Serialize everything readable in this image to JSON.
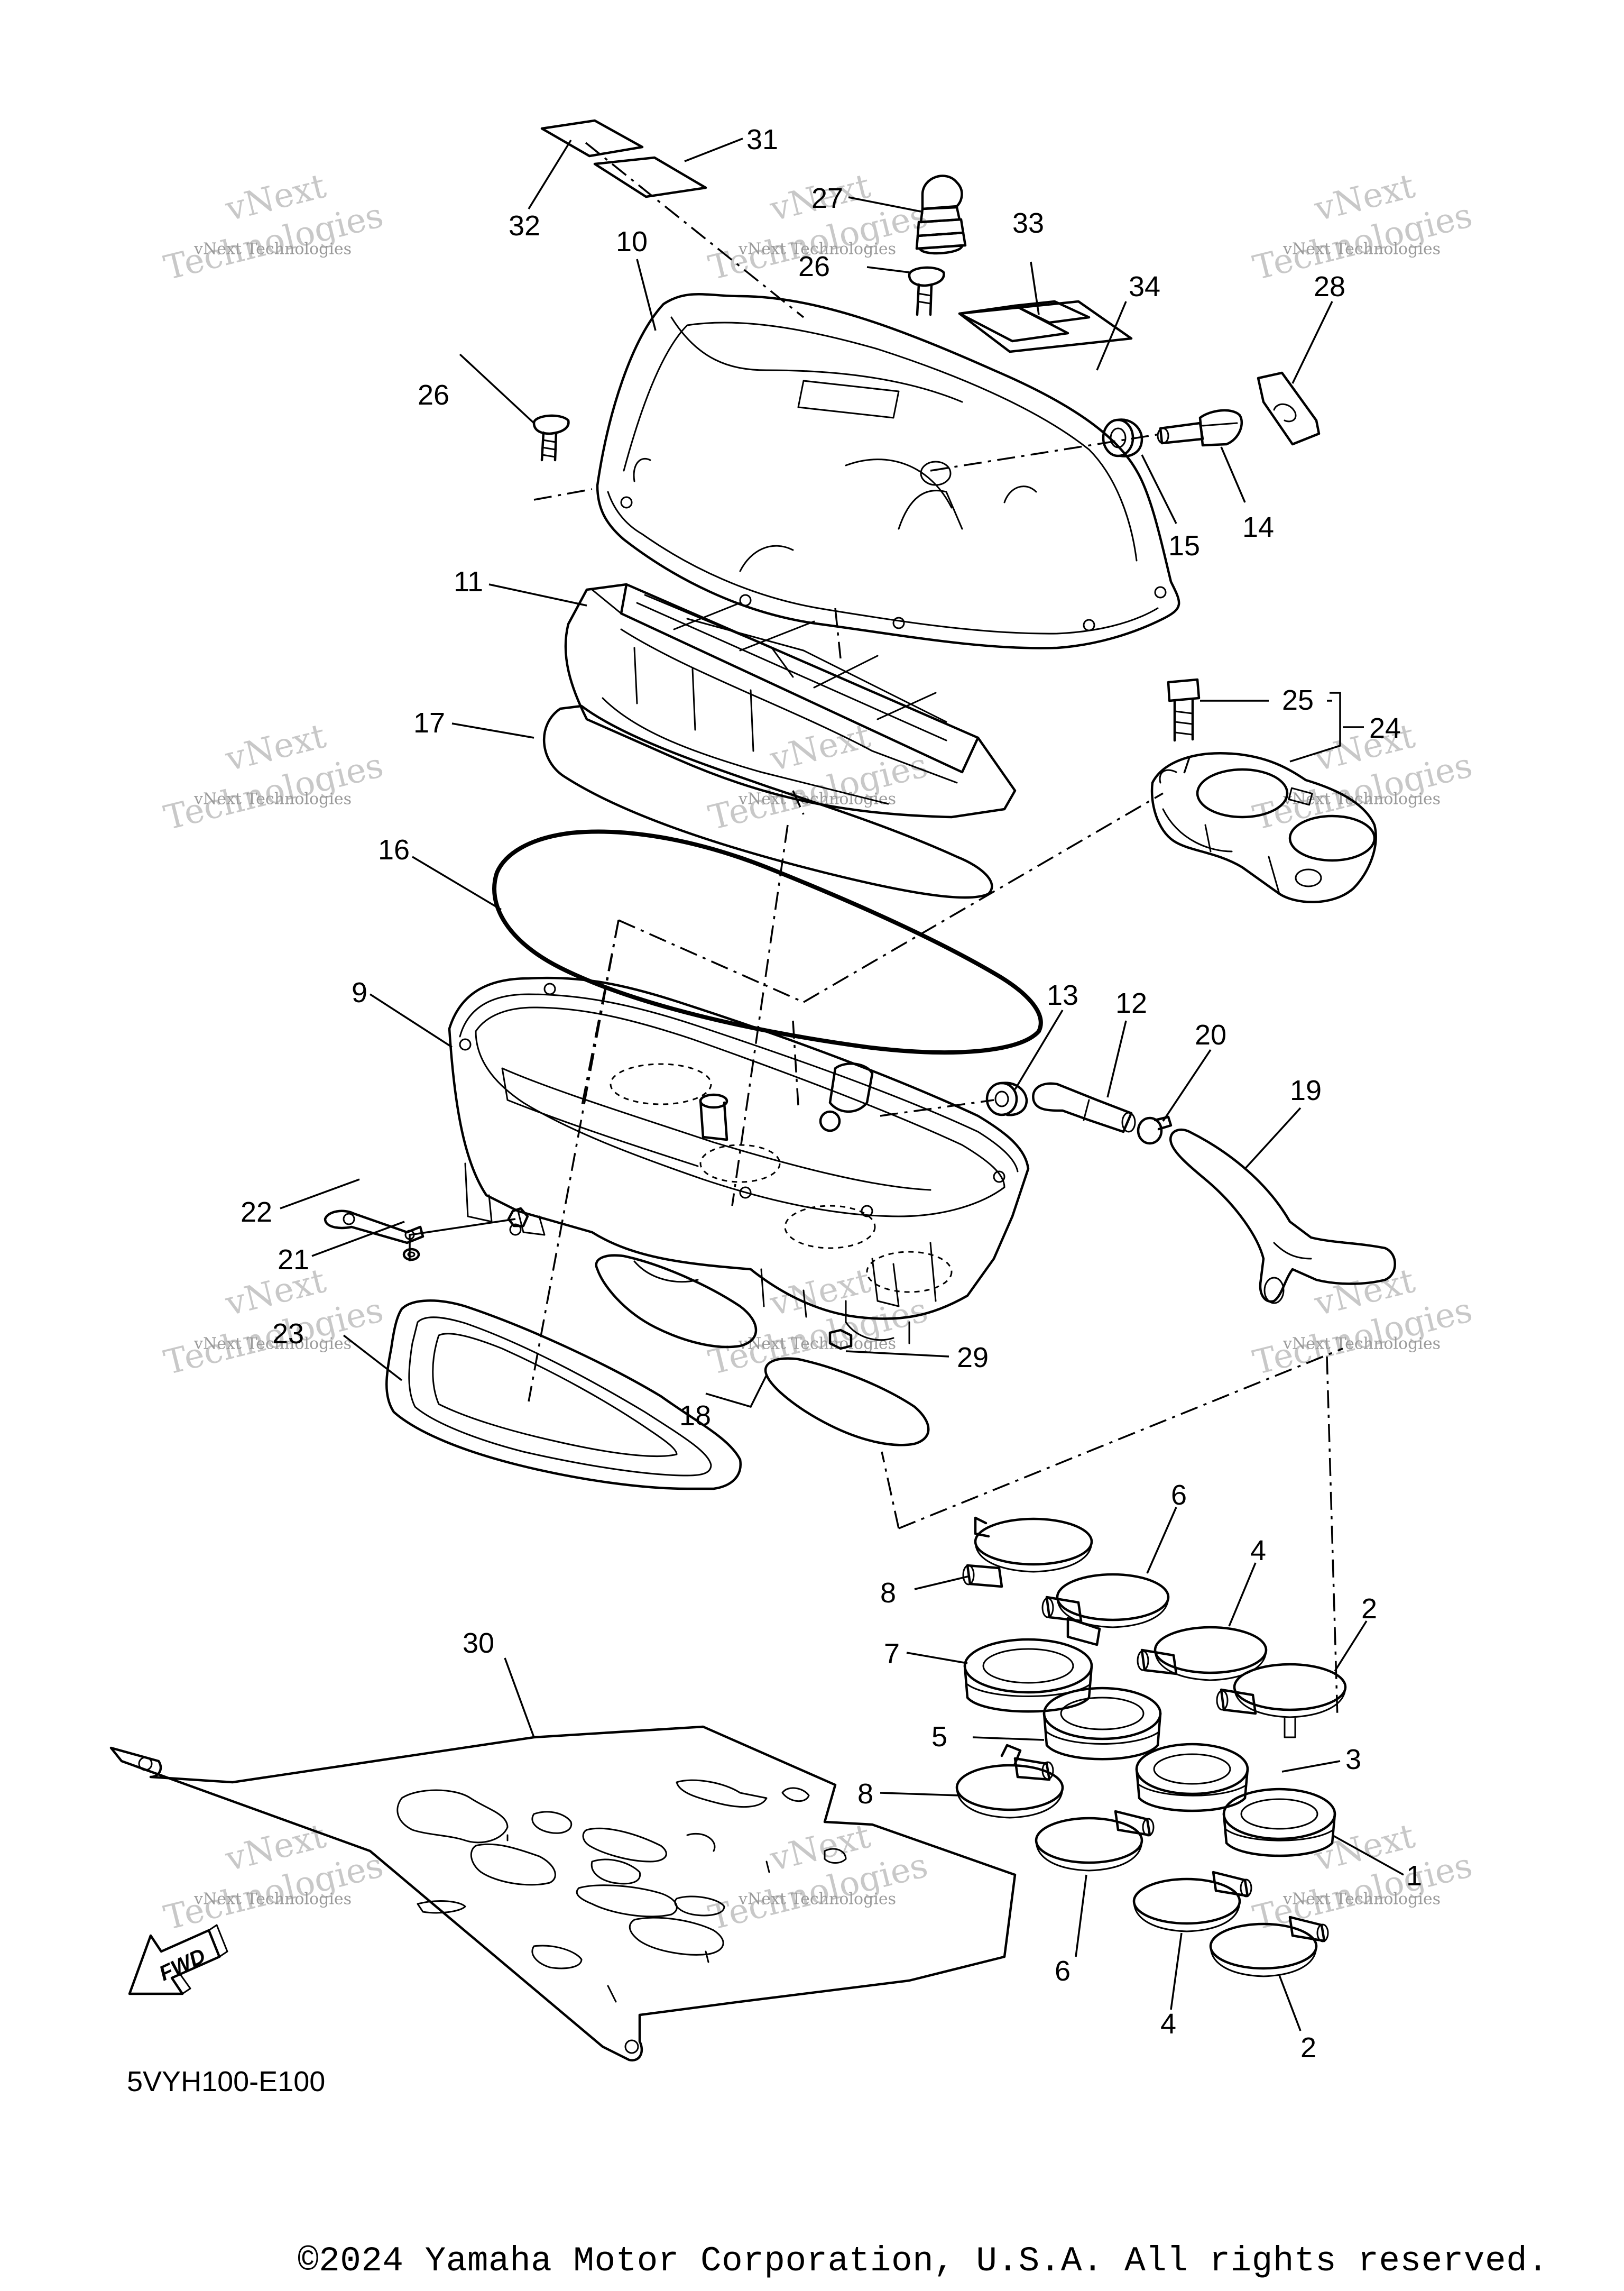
{
  "diagram": {
    "reference_code": "5VYH100-E100",
    "copyright": "©2024 Yamaha Motor Corporation, U.S.A. All rights reserved.",
    "fwd_marker": "FWD",
    "watermark": {
      "line1": "vNext Technologies",
      "line2": "vNext",
      "line3": "Technologies"
    },
    "callouts": {
      "c1": "1",
      "c2": "2",
      "c2b": "2",
      "c3": "3",
      "c4": "4",
      "c4b": "4",
      "c5": "5",
      "c6": "6",
      "c6b": "6",
      "c7": "7",
      "c8": "8",
      "c8b": "8",
      "c9": "9",
      "c10": "10",
      "c11": "11",
      "c12": "12",
      "c13": "13",
      "c14": "14",
      "c15": "15",
      "c16": "16",
      "c17": "17",
      "c18": "18",
      "c19": "19",
      "c20": "20",
      "c21": "21",
      "c22": "22",
      "c23": "23",
      "c24": "24",
      "c25": "25",
      "c26": "26",
      "c26b": "26",
      "c27": "27",
      "c28": "28",
      "c29": "29",
      "c30": "30",
      "c31": "31",
      "c32": "32",
      "c33": "33",
      "c34": "34"
    }
  }
}
